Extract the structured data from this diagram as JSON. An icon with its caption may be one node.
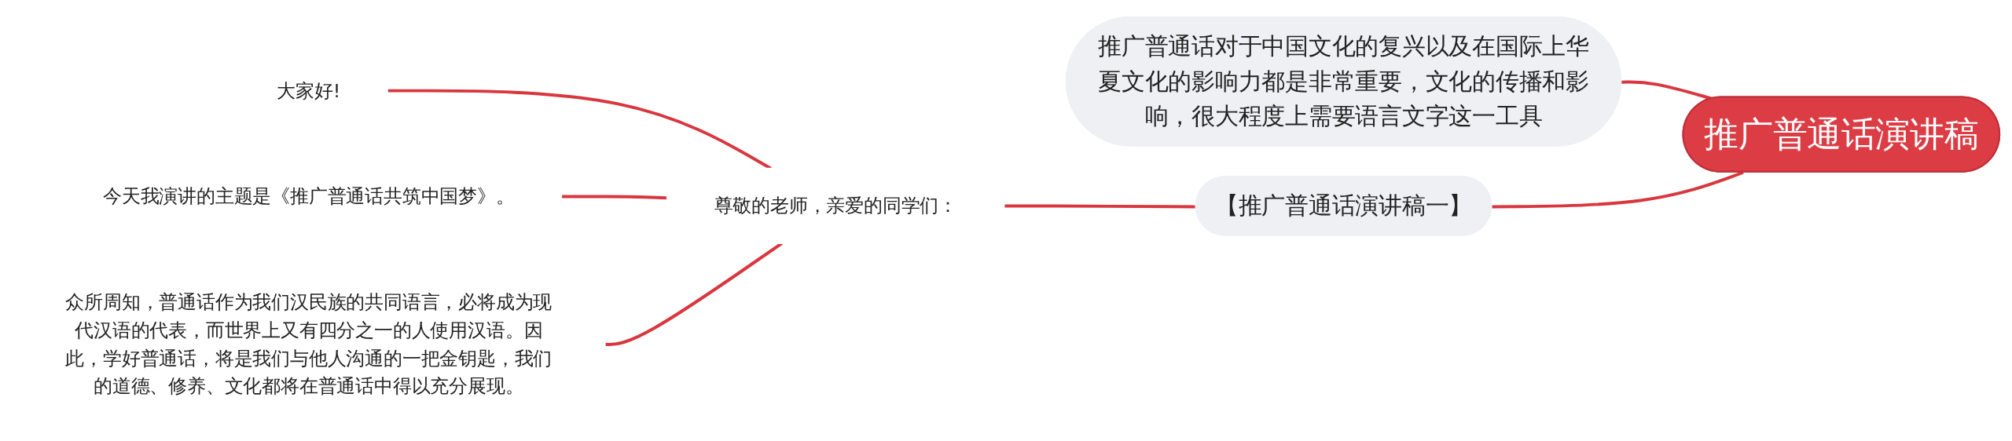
{
  "diagram": {
    "nodes": [
      {
        "text": [
          "推广普通话演讲稿"
        ]
      },
      {
        "text": [
          "推广普通话对于中国文化的复兴以及在国际上华夏文化的影响力都是非常重要，文化的传播和影响，很大程度上需要语言文字这一工具"
        ]
      },
      {
        "text": [
          "【推广普通话演讲稿一】"
        ]
      },
      {
        "text": [
          "尊敬的老师，亲爱的同学们："
        ]
      },
      {
        "text": [
          "大家好!"
        ]
      },
      {
        "text": [
          "今天我演讲的主题是《推广普通话共筑中国梦》。"
        ]
      },
      {
        "text": [
          "众所周知，普通话作为我们汉民族的共同语言，必将成为现代汉语的代表，而世界上又有四分之一的人使用汉语。因此，学好普通话，将是我们与他人沟通的一把金钥匙，我们的道德、修养、文化都将在普通话中得以充分展现。"
        ]
      }
    ],
    "edges": [
      {
        "from": 0,
        "to": 1,
        "arrow": "none"
      },
      {
        "from": 0,
        "to": 2,
        "arrow": "none"
      },
      {
        "from": 2,
        "to": 3,
        "arrow": "none"
      },
      {
        "from": 3,
        "to": 4,
        "arrow": "none"
      },
      {
        "from": 3,
        "to": 5,
        "arrow": "none"
      },
      {
        "from": 3,
        "to": 6,
        "arrow": "none"
      }
    ]
  }
}
